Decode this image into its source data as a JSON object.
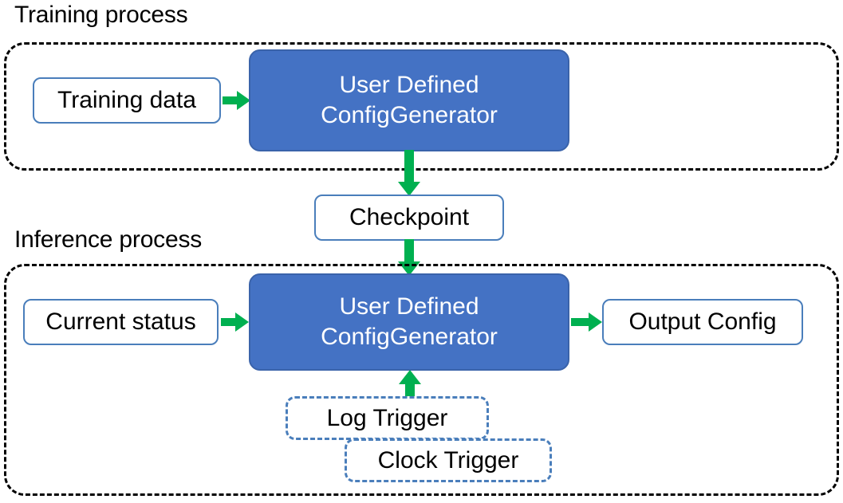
{
  "diagram": {
    "title_training": "Training process",
    "title_inference": "Inference process",
    "colors": {
      "primary_fill": "#4472C4",
      "primary_border": "#3A63AA",
      "node_border": "#4A7EBB",
      "arrow": "#00B050",
      "container_border": "#000000",
      "text_dark": "#000000",
      "text_light": "#FFFFFF",
      "background": "#FFFFFF"
    },
    "training": {
      "label": "Training process",
      "nodes": {
        "training_data": "Training data",
        "config_generator": "User Defined\nConfigGenerator"
      }
    },
    "shared": {
      "checkpoint": "Checkpoint"
    },
    "inference": {
      "label": "Inference process",
      "nodes": {
        "current_status": "Current status",
        "config_generator": "User Defined\nConfigGenerator",
        "output_config": "Output Config",
        "log_trigger": "Log Trigger",
        "clock_trigger": "Clock Trigger"
      }
    },
    "arrows": [
      {
        "name": "training-data-to-generator",
        "from": "Training data",
        "to": "User Defined ConfigGenerator",
        "direction": "right"
      },
      {
        "name": "generator-to-checkpoint",
        "from": "User Defined ConfigGenerator",
        "to": "Checkpoint",
        "direction": "down"
      },
      {
        "name": "checkpoint-to-inference-generator",
        "from": "Checkpoint",
        "to": "User Defined ConfigGenerator",
        "direction": "down"
      },
      {
        "name": "current-status-to-generator",
        "from": "Current status",
        "to": "User Defined ConfigGenerator",
        "direction": "right"
      },
      {
        "name": "generator-to-output-config",
        "from": "User Defined ConfigGenerator",
        "to": "Output Config",
        "direction": "right"
      },
      {
        "name": "triggers-to-generator",
        "from": "Log Trigger / Clock Trigger",
        "to": "User Defined ConfigGenerator",
        "direction": "up"
      }
    ]
  }
}
